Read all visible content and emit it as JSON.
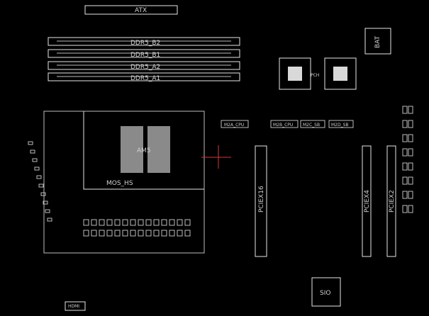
{
  "board": {
    "atx": "ATX",
    "bat": "BAT",
    "dimms": [
      "DDR5_B2",
      "DDR5_B1",
      "DDR5_A2",
      "DDR5_A1"
    ],
    "cpu": "AM5",
    "mos": "MOS_HS",
    "m2": [
      "M2A_CPU",
      "M2B_CPU",
      "M2C_SB",
      "M2D_SB"
    ],
    "pcie": [
      "PCIEX16",
      "PCIEX4",
      "PCIEX2"
    ],
    "sio": "SIO",
    "hdmi": "HDMI",
    "chipset": "PCH"
  },
  "colors": {
    "background": "#000000",
    "ink": "#e6e6e6",
    "marker": "#d43a3a"
  }
}
